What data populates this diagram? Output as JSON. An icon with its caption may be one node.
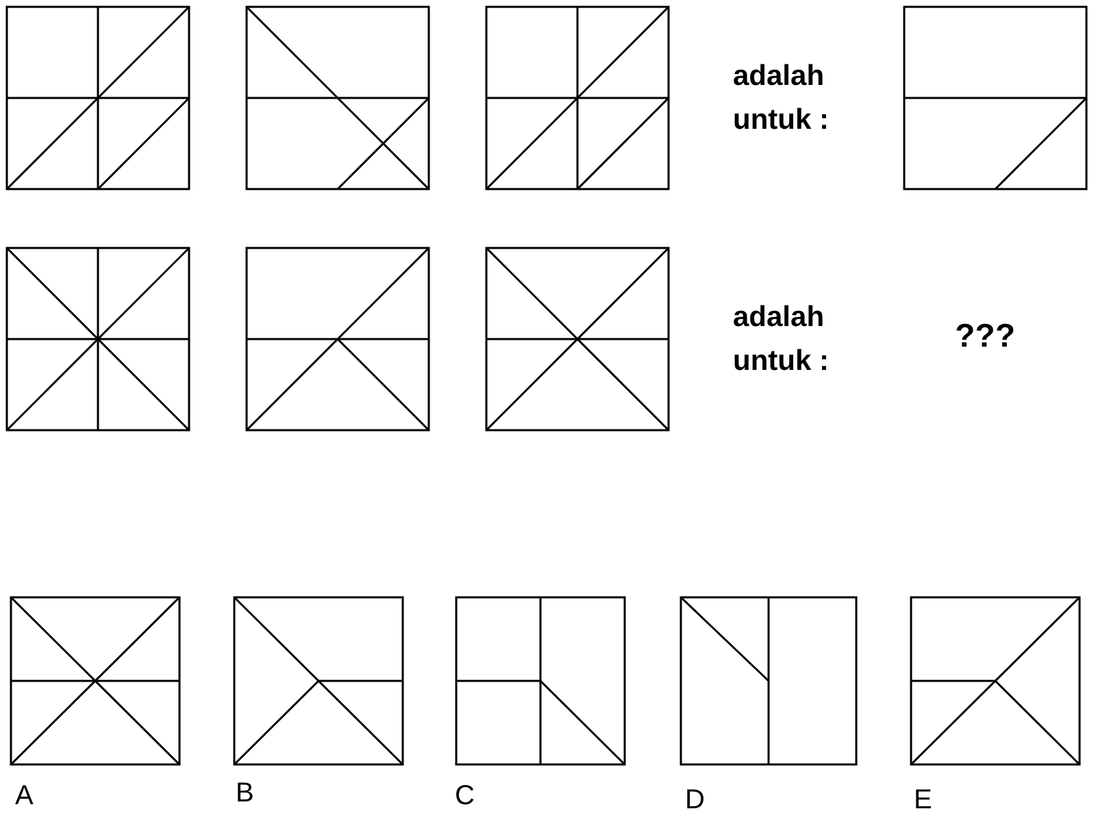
{
  "diagram": {
    "labels": [
      "adalah untuk :",
      "adalah untuk :",
      "???",
      "A",
      "B",
      "C",
      "D",
      "E"
    ]
  }
}
